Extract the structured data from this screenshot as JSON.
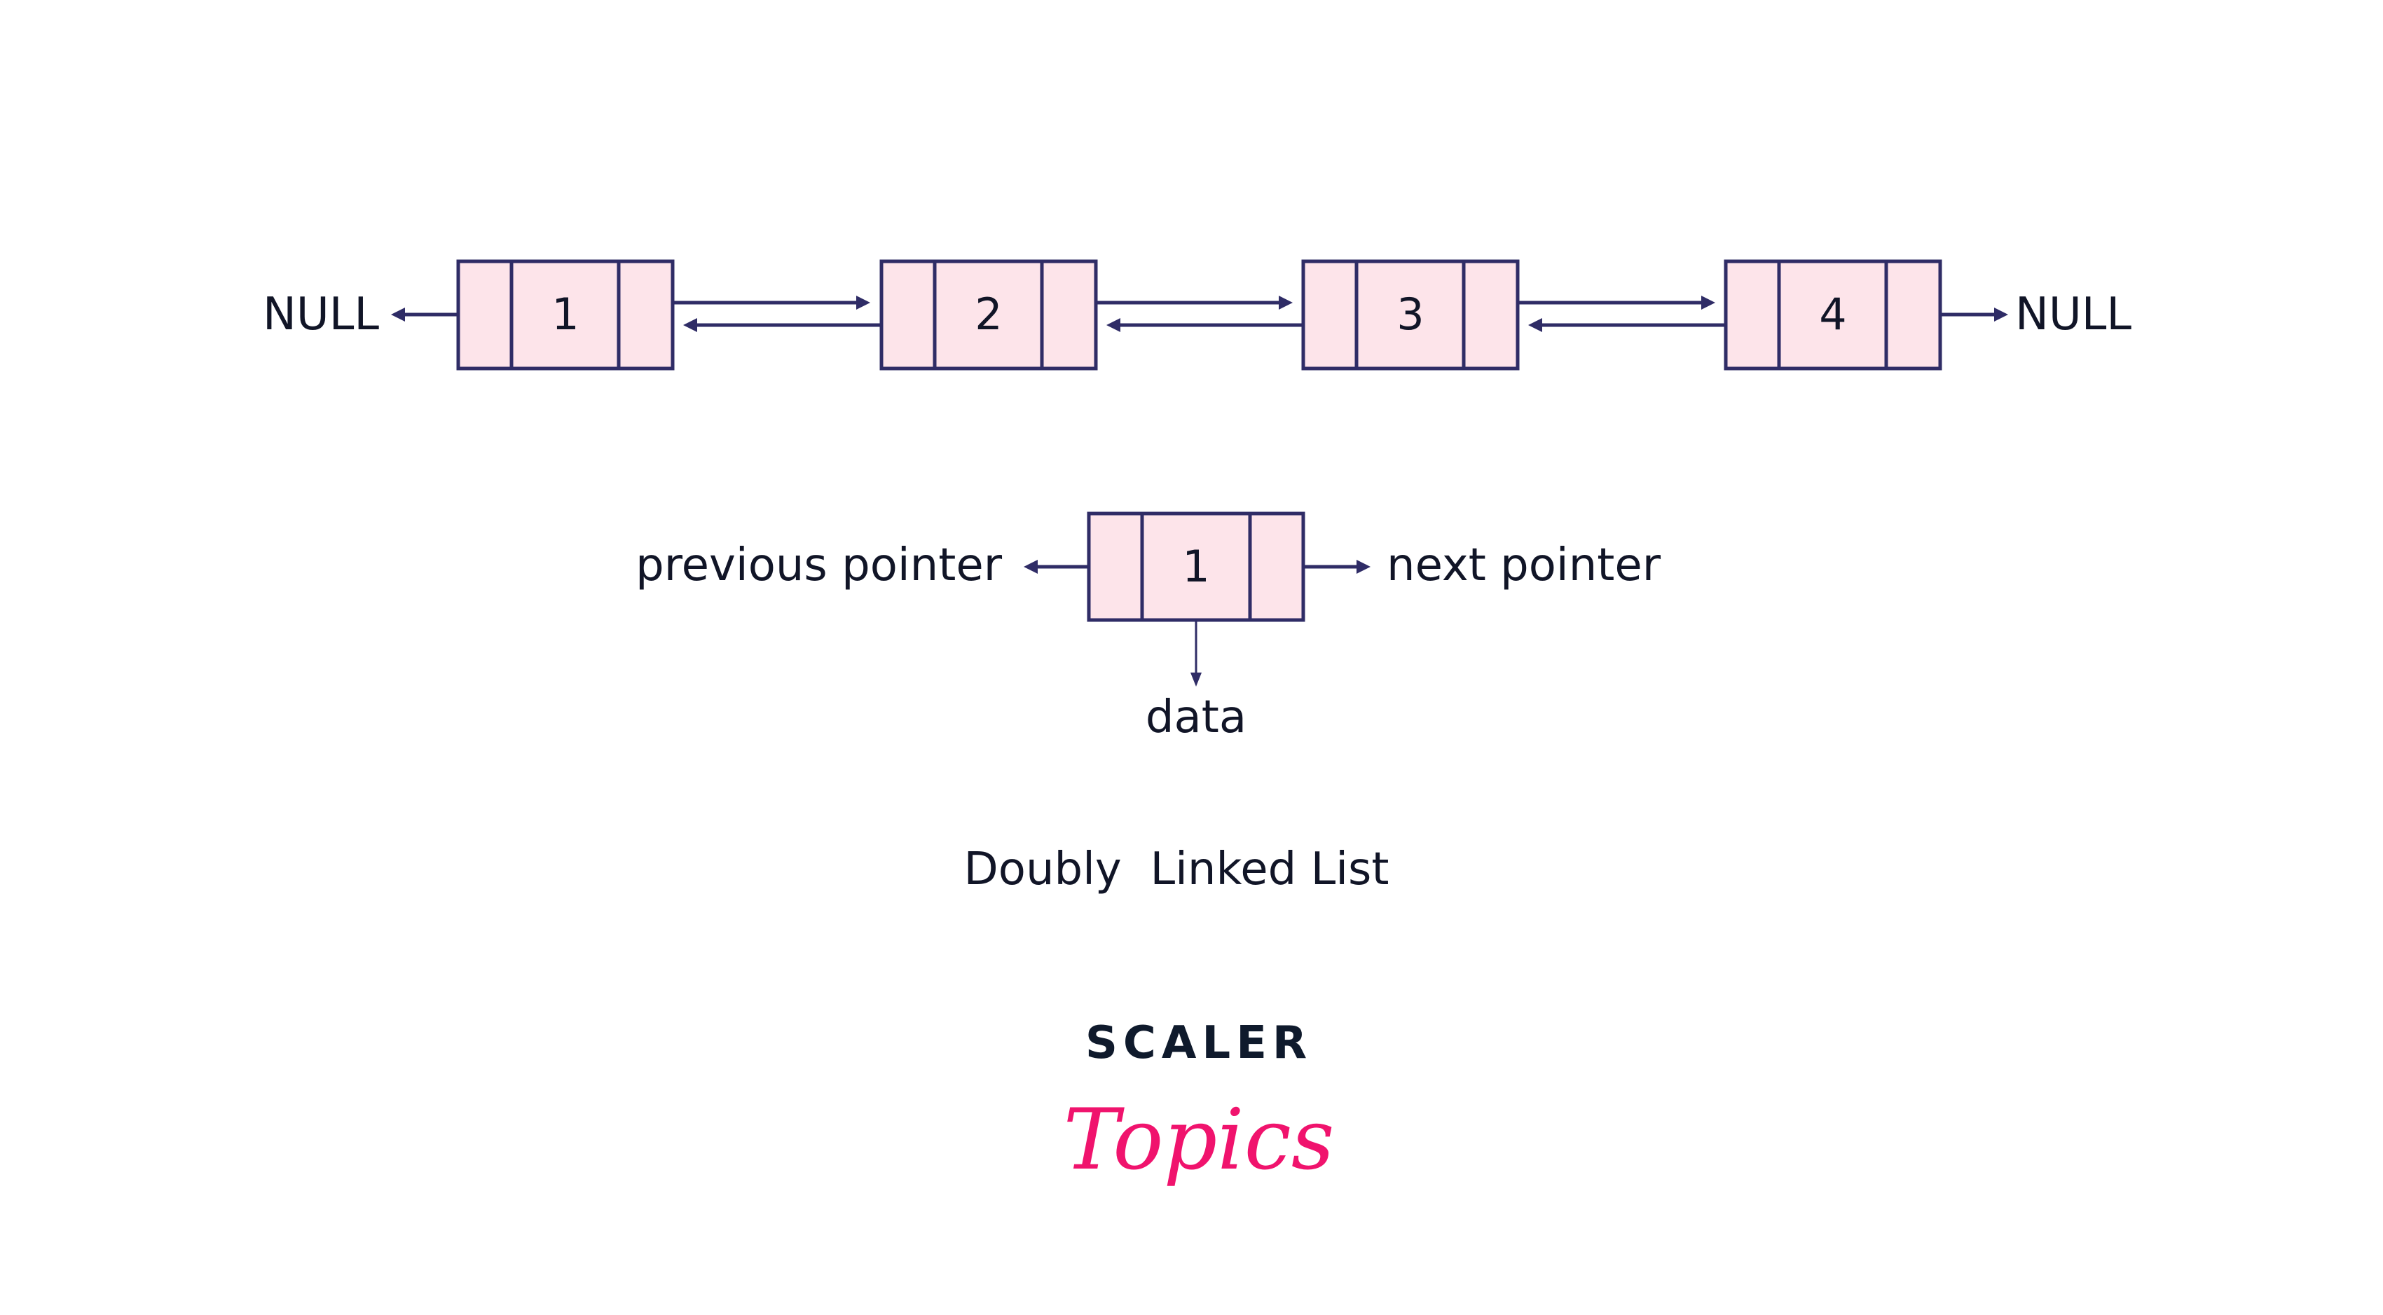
{
  "diagram": {
    "nodes": [
      "1",
      "2",
      "3",
      "4"
    ],
    "null_left": "NULL",
    "null_right": "NULL",
    "legend": {
      "node_value": "1",
      "previous_label": "previous pointer",
      "next_label": "next pointer",
      "data_label": "data"
    },
    "title": "Doubly  Linked List"
  },
  "logo": {
    "line1": "SCALER",
    "line2": "Topics"
  },
  "colors": {
    "node_fill": "#fde4ea",
    "stroke": "#2f2c66",
    "brand_pink": "#f0136d",
    "brand_dark": "#0f1a2c"
  }
}
